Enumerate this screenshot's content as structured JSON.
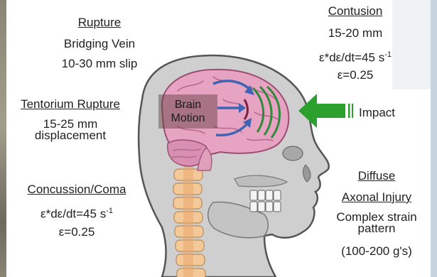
{
  "labels": {
    "rupture": {
      "title": "Rupture",
      "line1": "Bridging Vein",
      "line2": "10-30 mm slip"
    },
    "contusion": {
      "title": "Contusion",
      "line1": "15-20 mm",
      "line2": "ε*dε/dt=45 s",
      "line2_sup": "-1",
      "line3": "ε=0.25"
    },
    "tentorium": {
      "title": "Tentorium Rupture",
      "line1": "15-25 mm",
      "line2": "displacement"
    },
    "impact": "Impact",
    "brain_motion": {
      "line1": "Brain",
      "line2": "Motion"
    },
    "concussion": {
      "title": "Concussion/Coma",
      "line1": "ε*dε/dt=45 s",
      "line1_sup": "-1",
      "line2": "ε=0.25"
    },
    "diffuse": {
      "title1": "Diffuse",
      "title2": "Axonal Injury",
      "line1": "Complex strain",
      "line2": "pattern",
      "line3": "(100-200 g's)"
    }
  },
  "colors": {
    "skull": "#cfcfcf",
    "skull_outline": "#555555",
    "brain": "#e7a3c2",
    "brain_fold": "#b86a8e",
    "arrow_blue": "#3f63b5",
    "wave_green": "#2e8b3a",
    "impact_green": "#2ca02c",
    "spine": "#f3c99a"
  }
}
